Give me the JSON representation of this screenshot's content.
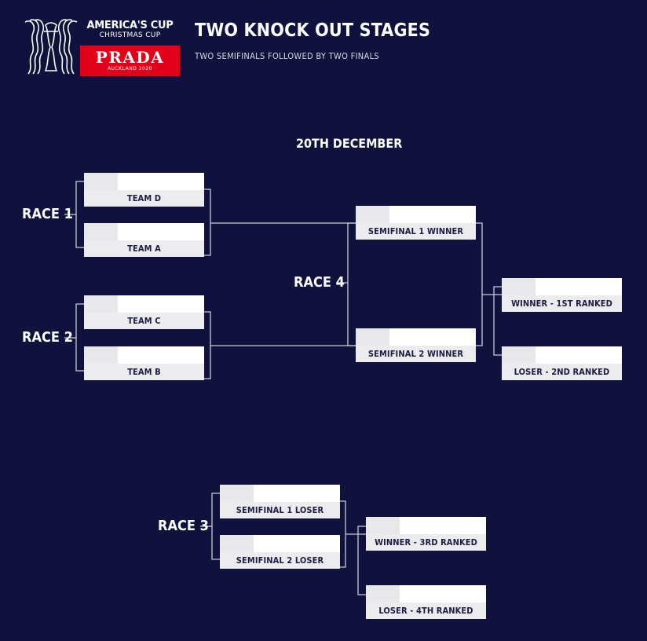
{
  "logo": {
    "americas_cup": "AMERICA'S CUP",
    "christmas_cup": "CHRISTMAS CUP",
    "prada": "PRADA",
    "auckland": "AUCKLAND 2020",
    "brand_red": "#e2001a"
  },
  "header": {
    "title": "TWO KNOCK OUT STAGES",
    "subtitle": "TWO SEMIFINALS FOLLOWED BY TWO FINALS"
  },
  "date": "20TH DECEMBER",
  "races": {
    "r1": "RACE 1",
    "r2": "RACE 2",
    "r3": "RACE 3",
    "r4": "RACE 4"
  },
  "boxes": {
    "team_d": "TEAM D",
    "team_a": "TEAM A",
    "team_c": "TEAM C",
    "team_b": "TEAM B",
    "sf1_winner": "SEMIFINAL 1 WINNER",
    "sf2_winner": "SEMIFINAL 2 WINNER",
    "winner_1st": "WINNER - 1ST RANKED",
    "loser_2nd": "LOSER - 2ND RANKED",
    "sf1_loser": "SEMIFINAL 1 LOSER",
    "sf2_loser": "SEMIFINAL 2 LOSER",
    "winner_3rd": "WINNER - 3RD RANKED",
    "loser_4th": "LOSER - 4TH RANKED"
  },
  "colors": {
    "background": "#10123d",
    "line": "#c8cad6",
    "box_text": "#1a1c46"
  }
}
